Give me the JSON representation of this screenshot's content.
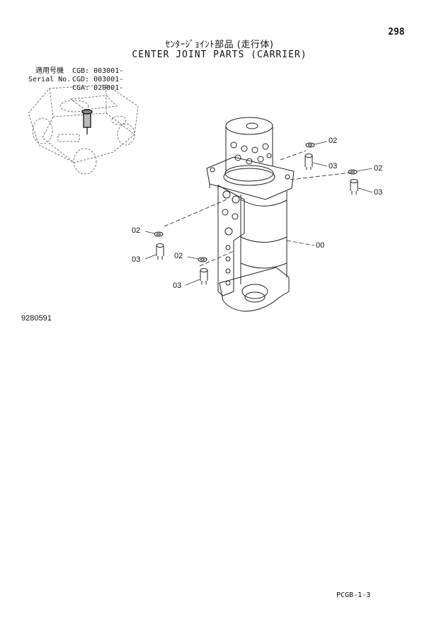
{
  "page": {
    "number": "298",
    "title_jp": "ｾﾝﾀｰｼﾞｮｲﾝﾄ部品 (走行体)",
    "title_en": "CENTER JOINT PARTS (CARRIER)",
    "serial_label_jp": "適用号機",
    "serial_label_en": "Serial No.",
    "serials": [
      "CGB: 003001-",
      "CGD: 003001-",
      "CGA: 020001-"
    ],
    "drawing_number": "9280591",
    "doc_code": "PCGB-1-3"
  },
  "callouts": [
    {
      "id": "c1",
      "label": "02"
    },
    {
      "id": "c2",
      "label": "03"
    },
    {
      "id": "c3",
      "label": "02"
    },
    {
      "id": "c4",
      "label": "03"
    },
    {
      "id": "c5",
      "label": "00"
    },
    {
      "id": "c6",
      "label": "02"
    },
    {
      "id": "c7",
      "label": "03"
    },
    {
      "id": "c8",
      "label": "02"
    },
    {
      "id": "c9",
      "label": "03"
    }
  ]
}
